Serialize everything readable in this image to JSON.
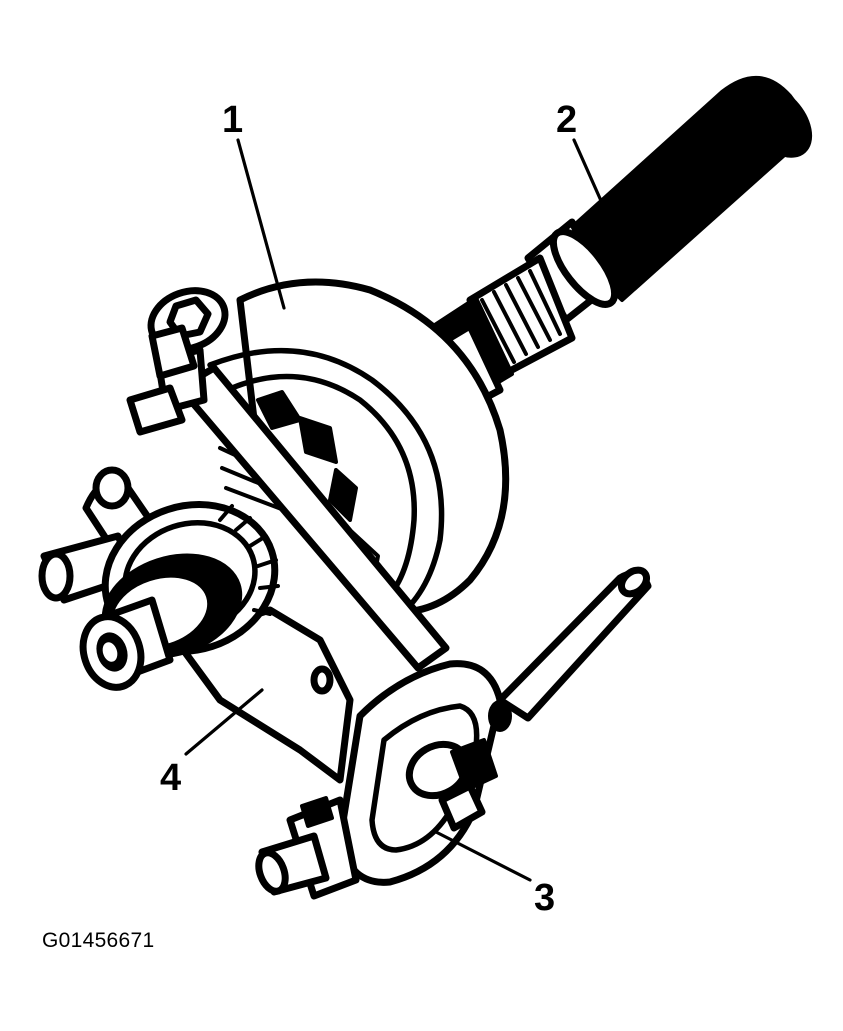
{
  "callouts": {
    "c1": "1",
    "c2": "2",
    "c3": "3",
    "c4": "4"
  },
  "figure_id": "G01456671",
  "colors": {
    "ink": "#000000",
    "paper": "#ffffff"
  }
}
